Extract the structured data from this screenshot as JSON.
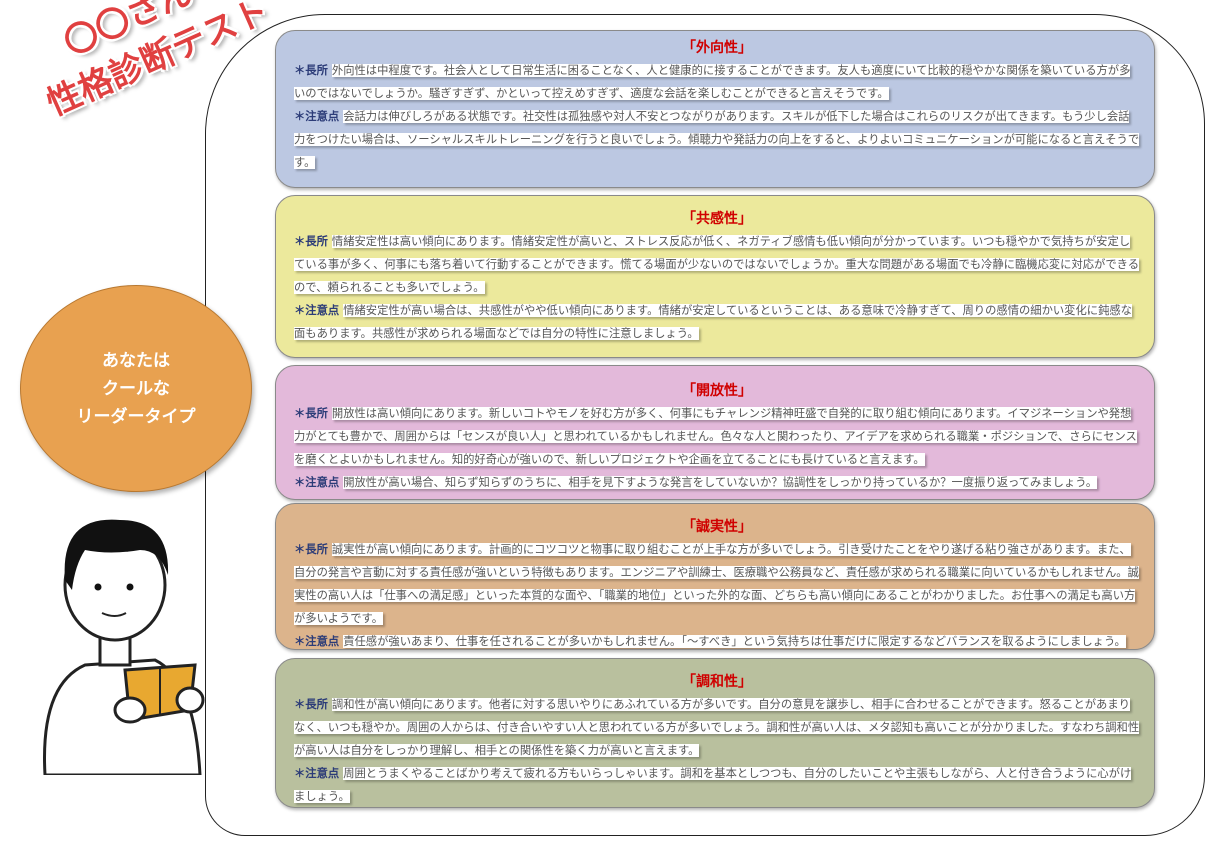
{
  "header": {
    "title_line1": "〇〇さん",
    "title_line2": "性格診断テスト"
  },
  "result": {
    "line1": "あなたは",
    "line2": "クールな",
    "line3": "リーダータイプ"
  },
  "labels": {
    "strength": "＊長所",
    "caution": "＊注意点"
  },
  "colors": {
    "extraversion": "#bcc8e2",
    "empathy": "#ece99c",
    "openness": "#e3b9da",
    "conscientiousness": "#dcb48c",
    "agreeableness": "#b9c09e",
    "title_red": "#d00000",
    "bubble": "#e8a150"
  },
  "panels": [
    {
      "title": "「外向性」",
      "strength": "外向性は中程度です。社会人として日常生活に困ることなく、人と健康的に接することができます。友人も適度にいて比較的穏やかな関係を築いている方が多いのではないでしょうか。騒ぎすぎず、かといって控えめすぎず、適度な会話を楽しむことができると言えそうです。",
      "caution": "会話力は伸びしろがある状態です。社交性は孤独感や対人不安とつながりがあります。スキルが低下した場合はこれらのリスクが出てきます。もう少し会話力をつけたい場合は、ソーシャルスキルトレーニングを行うと良いでしょう。傾聴力や発話力の向上をすると、よりよいコミュニケーションが可能になると言えそうです。"
    },
    {
      "title": "「共感性」",
      "strength": "情緒安定性は高い傾向にあります。情緒安定性が高いと、ストレス反応が低く、ネガティブ感情も低い傾向が分かっています。いつも穏やかで気持ちが安定している事が多く、何事にも落ち着いて行動することができます。慌てる場面が少ないのではないでしょうか。重大な問題がある場面でも冷静に臨機応変に対応ができるので、頼られることも多いでしょう。",
      "caution": "情緒安定性が高い場合は、共感性がやや低い傾向にあります。情緒が安定しているということは、ある意味で冷静すぎて、周りの感情の細かい変化に鈍感な面もあります。共感性が求められる場面などでは自分の特性に注意しましょう。"
    },
    {
      "title": "「開放性」",
      "strength": "開放性は高い傾向にあります。新しいコトやモノを好む方が多く、何事にもチャレンジ精神旺盛で自発的に取り組む傾向にあります。イマジネーションや発想力がとても豊かで、周囲からは「センスが良い人」と思われているかもしれません。色々な人と関わったり、アイデアを求められる職業・ポジションで、さらにセンスを磨くとよいかもしれません。知的好奇心が強いので、新しいプロジェクトや企画を立てることにも長けていると言えます。",
      "caution": "開放性が高い場合、知らず知らずのうちに、相手を見下すような発言をしていないか？協調性をしっかり持っているか？一度振り返ってみましょう。"
    },
    {
      "title": "「誠実性」",
      "strength": "誠実性が高い傾向にあります。計画的にコツコツと物事に取り組むことが上手な方が多いでしょう。引き受けたことをやり遂げる粘り強さがあります。また、自分の発言や言動に対する責任感が強いという特徴もあります。エンジニアや訓練士、医療職や公務員など、責任感が求められる職業に向いているかもしれません。誠実性の高い人は「仕事への満足感」といった本質的な面や、「職業的地位」といった外的な面、どちらも高い傾向にあることがわかりました。お仕事への満足も高い方が多いようです。",
      "caution": "責任感が強いあまり、仕事を任されることが多いかもしれません。「～すべき」という気持ちは仕事だけに限定するなどバランスを取るようにしましょう。"
    },
    {
      "title": "「調和性」",
      "strength": "調和性が高い傾向にあります。他者に対する思いやりにあふれている方が多いです。自分の意見を譲歩し、相手に合わせることができます。怒ることがあまりなく、いつも穏やか。周囲の人からは、付き合いやすい人と思われている方が多いでしょう。調和性が高い人は、メタ認知も高いことが分かりました。すなわち調和性が高い人は自分をしっかり理解し、相手との関係性を築く力が高いと言えます。",
      "caution": "周囲とうまくやることばかり考えて疲れる方もいらっしゃいます。調和を基本としつつも、自分のしたいことや主張もしながら、人と付き合うように心がけましょう。"
    }
  ]
}
